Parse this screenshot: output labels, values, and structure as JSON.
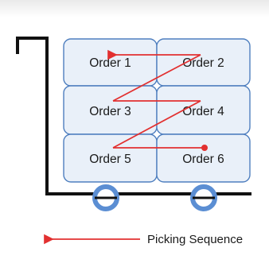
{
  "orders": [
    {
      "id": "order-1",
      "label": "Order 1"
    },
    {
      "id": "order-2",
      "label": "Order 2"
    },
    {
      "id": "order-3",
      "label": "Order 3"
    },
    {
      "id": "order-4",
      "label": "Order 4"
    },
    {
      "id": "order-5",
      "label": "Order 5"
    },
    {
      "id": "order-6",
      "label": "Order 6"
    }
  ],
  "legend": {
    "label": "Picking Sequence"
  },
  "colors": {
    "box_fill": "#e9f0f9",
    "box_border": "#4f7fbf",
    "arrow": "#e23030",
    "cart": "#111111",
    "wheel": "#5b8ed3"
  }
}
